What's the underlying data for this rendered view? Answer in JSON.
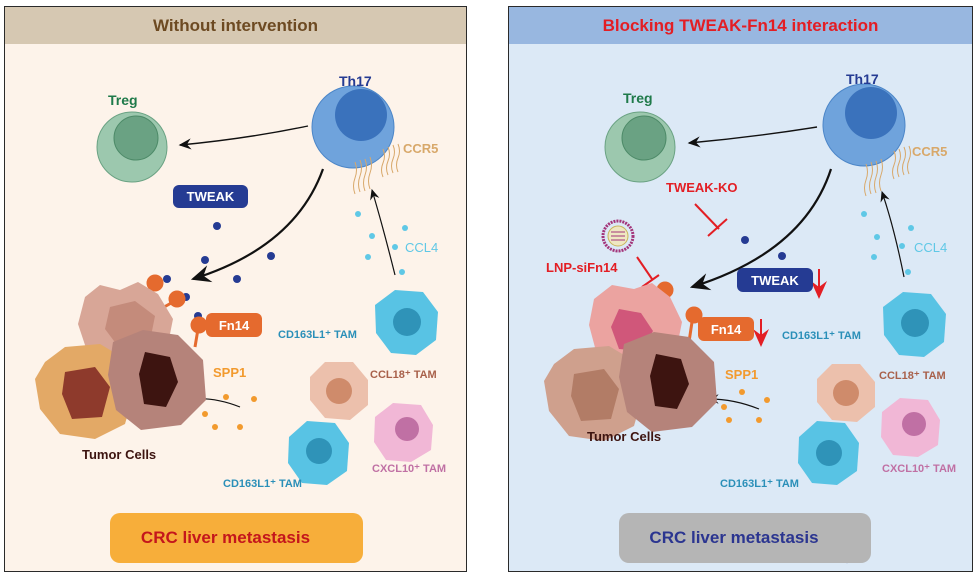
{
  "panels": [
    {
      "title": "Without intervention",
      "labels": {
        "th17": "Th17",
        "treg": "Treg",
        "ccr5": "CCR5",
        "tweak": "TWEAK",
        "ccl4": "CCL4",
        "fn14": "Fn14",
        "spp1": "SPP1",
        "cd163_upper": "CD163L1⁺ TAM",
        "ccl18": "CCL18⁺ TAM",
        "cxcl10": "CXCL10⁺ TAM",
        "cd163_lower": "CD163L1⁺ TAM",
        "tumor": "Tumor Cells"
      },
      "outcome": "CRC liver metastasis",
      "outcome_direction": "up",
      "colors": {
        "header_bg": "#d6c8b2",
        "header_text": "#6d4a22",
        "bg": "#fdf3ea",
        "outcome_bg": "#f7ae3a",
        "outcome_text": "#c4161c"
      }
    },
    {
      "title": "Blocking TWEAK-Fn14 interaction",
      "labels": {
        "th17": "Th17",
        "treg": "Treg",
        "ccr5": "CCR5",
        "tweak_ko": "TWEAK-KO",
        "lnp": "LNP-siFn14",
        "tweak": "TWEAK",
        "ccl4": "CCL4",
        "fn14": "Fn14",
        "spp1": "SPP1",
        "cd163_upper": "CD163L1⁺ TAM",
        "ccl18": "CCL18⁺ TAM",
        "cxcl10": "CXCL10⁺ TAM",
        "cd163_lower": "CD163L1⁺ TAM",
        "tumor": "Tumor Cells"
      },
      "outcome": "CRC liver metastasis",
      "outcome_direction": "down",
      "colors": {
        "header_bg": "#98b7e0",
        "header_text": "#e31e24",
        "bg": "#dce9f6",
        "outcome_bg": "#b5b5b5",
        "outcome_text": "#2b3590"
      }
    }
  ]
}
